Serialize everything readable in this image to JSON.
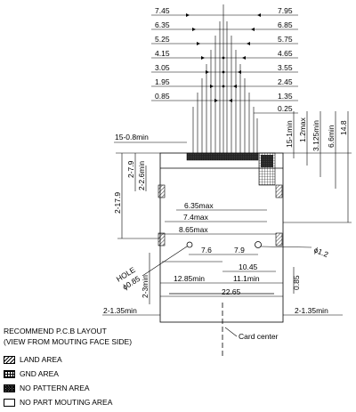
{
  "top_dims": {
    "left": [
      "7.45",
      "6.35",
      "5.25",
      "4.15",
      "3.05",
      "1.95",
      "0.85"
    ],
    "right": [
      "7.95",
      "6.85",
      "5.75",
      "4.65",
      "3.55",
      "2.45",
      "1.35",
      "0.25"
    ]
  },
  "labels": {
    "d_15_08min": "15-0.8min",
    "d_15_1min": "15-1min",
    "d_1_2max": "1.2max",
    "d_3_125min": "3.125min",
    "d_6_6min": "6.6min",
    "d_14_8": "14.8",
    "d_2_7_9": "2-7.9",
    "d_2_17_9": "2-17.9",
    "d_2_2_6min": "2-2.6min",
    "d_6_35max": "6.35max",
    "d_7_4max": "7.4max",
    "d_8_65max": "8.65max",
    "d_7_6": "7.6",
    "d_7_9": "7.9",
    "d_phi_1_2": "ϕ1.2",
    "d_hole": "HOLE",
    "d_phi_0_85": "ϕ0.85",
    "d_2_3min": "2-3min",
    "d_0_85": "0.85",
    "d_10_45": "10.45",
    "d_12_85min": "12.85min",
    "d_11_1min": "11.1min",
    "d_22_65": "22.65",
    "d_2_1_35min_l": "2-1.35min",
    "d_2_1_35min_r": "2-1.35min",
    "card_center": "Card center"
  },
  "legend": {
    "title_line1": "RECOMMEND P.C.B LAYOUT",
    "title_line2": "(VIEW FROM MOUTING FACE SIDE)",
    "items": [
      {
        "label": "LAND AREA",
        "icon": "diagonal-hatch"
      },
      {
        "label": "GND AREA",
        "icon": "grid-hatch"
      },
      {
        "label": "NO PATTERN AREA",
        "icon": "dense-crosshatch"
      },
      {
        "label": "NO PART MOUTING AREA",
        "icon": "empty-box"
      }
    ]
  }
}
